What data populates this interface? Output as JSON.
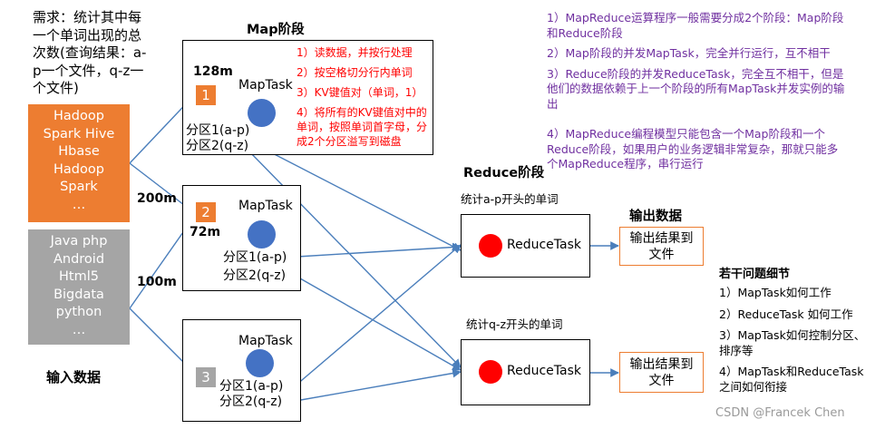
{
  "requirement": "需求：统计其中每一个单词出现的总次数(查询结果：a-p一个文件，q-z一个文件)",
  "inputs": [
    {
      "lines": [
        "Hadoop",
        "Spark Hive",
        "Hbase",
        "Hadoop",
        "Spark",
        "…"
      ],
      "color": "#ED7D31"
    },
    {
      "lines": [
        "Java php",
        "Android",
        "Html5",
        "Bigdata",
        "python",
        "…"
      ],
      "color": "#A5A5A5"
    }
  ],
  "input_title": "输入数据",
  "map_stage_title": "Map阶段",
  "map_steps": [
    "1）读数据，并按行处理",
    "2）按空格切分行内单词",
    "3）KV键值对（单词，1）",
    "4）将所有的KV键值对中的单词，按照单词首字母，分成2个分区溢写到磁盘"
  ],
  "map_tasks": [
    {
      "number": "1",
      "task_label": "MapTask",
      "size_label": "128m",
      "partitions": [
        "分区1(a-p)",
        "分区2(q-z)"
      ],
      "number_color": "#ED7D31"
    },
    {
      "number": "2",
      "task_label": "MapTask",
      "size_label": "72m",
      "partitions": [
        "分区1(a-p)",
        "分区2(q-z)"
      ],
      "number_color": "#ED7D31"
    },
    {
      "number": "3",
      "task_label": "MapTask",
      "size_label": "",
      "partitions": [
        "分区1(a-p)",
        "分区2(q-z)"
      ],
      "number_color": "#A5A5A5"
    }
  ],
  "split_labels": [
    "200m",
    "100m"
  ],
  "reduce_stage_title": "Reduce阶段",
  "reduce_tasks": [
    {
      "caption": "统计a-p开头的单词",
      "label": "ReduceTask",
      "output": "输出结果到文件"
    },
    {
      "caption": "统计q-z开头的单词",
      "label": "ReduceTask",
      "output": "输出结果到文件"
    }
  ],
  "output_title": "输出数据",
  "notes": [
    "1）MapReduce运算程序一般需要分成2个阶段：Map阶段和Reduce阶段",
    "2）Map阶段的并发MapTask，完全并行运行，互不相干",
    "3）Reduce阶段的并发ReduceTask，完全互不相干，但是他们的数据依赖于上一个阶段的所有MapTask并发实例的输出",
    "4）MapReduce编程模型只能包含一个Map阶段和一个Reduce阶段，如果用户的业务逻辑非常复杂，那就只能多个MapReduce程序，串行运行"
  ],
  "questions_title": "若干问题细节",
  "questions": [
    "1）MapTask如何工作",
    "2）ReduceTask 如何工作",
    "3）MapTask如何控制分区、排序等",
    "4）MapTask和ReduceTask之间如何衔接"
  ],
  "watermark": "CSDN @Francek Chen",
  "colors": {
    "arrow": "#4A7EBB",
    "circle_blue": "#4472C4",
    "circle_red": "#FF0000",
    "steps_text": "#FF0000",
    "notes_text": "#7030A0",
    "output_border": "#ED7D31"
  }
}
